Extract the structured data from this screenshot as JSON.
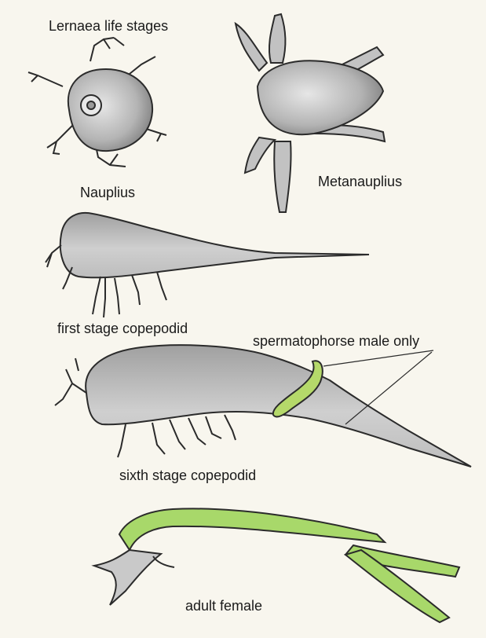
{
  "diagram": {
    "title": "Lernaea life stages",
    "labels": {
      "nauplius": "Nauplius",
      "metanauplius": "Metanauplius",
      "first_copepodid": "first stage copepodid",
      "spermatophore": "spermatophorse male only",
      "sixth_copepodid": "sixth stage copepodid",
      "adult_female": "adult female"
    },
    "colors": {
      "body_fill": "#c9c9c9",
      "body_shade": "#8f8f8f",
      "outline": "#2b2b2b",
      "spermatophore_green": "#b5d96a",
      "adult_green": "#a8d86a",
      "background": "#f8f6ee"
    }
  }
}
